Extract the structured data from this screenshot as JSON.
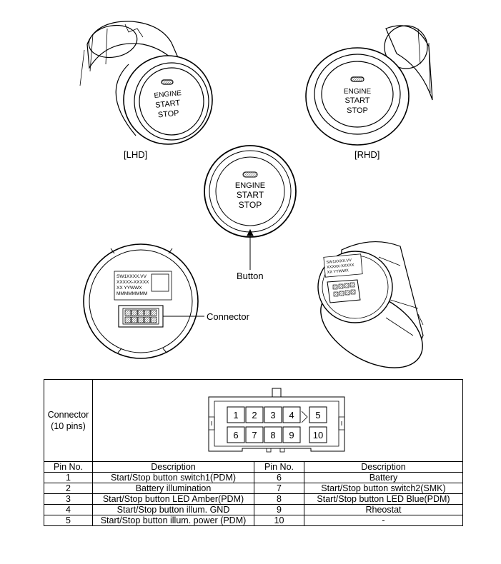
{
  "figure": {
    "button_text": [
      "ENGINE",
      "START",
      "STOP"
    ],
    "label_lhd": "[LHD]",
    "label_rhd": "[RHD]",
    "label_button": "Button",
    "label_connector": "Connector",
    "sticker_lines": [
      "SW1XXXX.VV",
      "XXXXX-XXXXX",
      "XX  YYWWX",
      "MMMMMMMM"
    ]
  },
  "table": {
    "connector_label_line1": "Connector",
    "connector_label_line2": "(10 pins)",
    "connector_pins_top": [
      "1",
      "2",
      "3",
      "4",
      "5"
    ],
    "connector_pins_bottom": [
      "6",
      "7",
      "8",
      "9",
      "10"
    ],
    "headers": [
      "Pin No.",
      "Description",
      "Pin No.",
      "Description"
    ],
    "rows": [
      [
        "1",
        "Start/Stop button switch1(PDM)",
        "6",
        "Battery"
      ],
      [
        "2",
        "Battery illumination",
        "7",
        "Start/Stop button switch2(SMK)"
      ],
      [
        "3",
        "Start/Stop button LED Amber(PDM)",
        "8",
        "Start/Stop button LED Blue(PDM)"
      ],
      [
        "4",
        "Start/Stop button illum. GND",
        "9",
        "Rheostat"
      ],
      [
        "5",
        "Start/Stop button illum. power (PDM)",
        "10",
        "-"
      ]
    ]
  }
}
